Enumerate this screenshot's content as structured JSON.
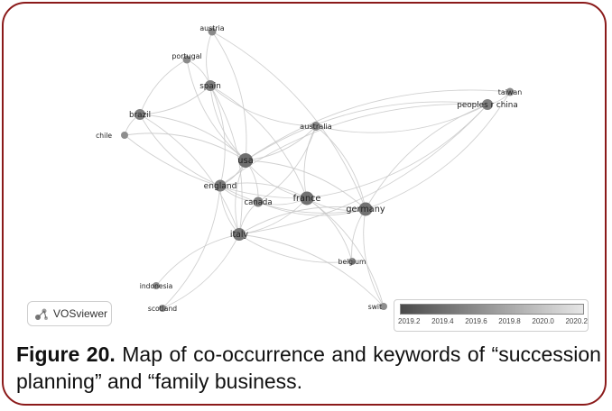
{
  "nodes": [
    {
      "id": "austria",
      "label": "austria",
      "weight": 0.3
    },
    {
      "id": "portugal",
      "label": "portugal",
      "weight": 0.3
    },
    {
      "id": "spain",
      "label": "spain",
      "weight": 0.6
    },
    {
      "id": "brazil",
      "label": "brazil",
      "weight": 0.6
    },
    {
      "id": "chile",
      "label": "chile",
      "weight": 0.2
    },
    {
      "id": "australia",
      "label": "australia",
      "weight": 0.4
    },
    {
      "id": "usa",
      "label": "usa",
      "weight": 1.0
    },
    {
      "id": "england",
      "label": "england",
      "weight": 0.7
    },
    {
      "id": "canada",
      "label": "canada",
      "weight": 0.5
    },
    {
      "id": "france",
      "label": "france",
      "weight": 0.9
    },
    {
      "id": "germany",
      "label": "germany",
      "weight": 0.9
    },
    {
      "id": "italy",
      "label": "italy",
      "weight": 0.8
    },
    {
      "id": "taiwan",
      "label": "taiwan",
      "weight": 0.3
    },
    {
      "id": "peoples-r-china",
      "label": "peoples r china",
      "weight": 0.6
    },
    {
      "id": "belgium",
      "label": "belgium",
      "weight": 0.2
    },
    {
      "id": "indonesia",
      "label": "indonesia",
      "weight": 0.2
    },
    {
      "id": "scotland",
      "label": "scotland",
      "weight": 0.2
    },
    {
      "id": "switzerland",
      "label": "swit",
      "weight": 0.2
    }
  ],
  "legend": {
    "ticks": [
      "2019.2",
      "2019.4",
      "2019.6",
      "2019.8",
      "2020.0",
      "2020.2"
    ]
  },
  "badge": {
    "label": "VOSviewer"
  },
  "caption": {
    "label": "Figure 20.",
    "text": " Map of co-occurrence and keywords of “succession planning” and “family business."
  }
}
